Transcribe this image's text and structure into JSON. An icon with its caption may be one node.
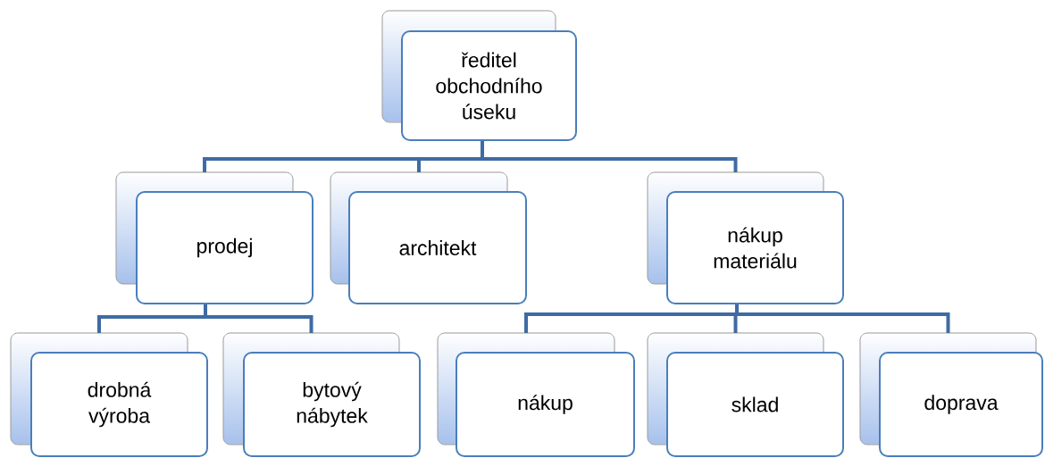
{
  "diagram": {
    "nodes": [
      {
        "text": [
          "ředitel obchodního úseku"
        ]
      },
      {
        "text": [
          "prodej"
        ]
      },
      {
        "text": [
          "architekt"
        ]
      },
      {
        "text": [
          "nákup materiálu"
        ]
      },
      {
        "text": [
          "drobná výroba"
        ]
      },
      {
        "text": [
          "bytový nábytek"
        ]
      },
      {
        "text": [
          "nákup"
        ]
      },
      {
        "text": [
          "sklad"
        ]
      },
      {
        "text": [
          "doprava"
        ]
      }
    ],
    "edges": [
      {
        "from": 0,
        "to": 1,
        "arrow": "none"
      },
      {
        "from": 0,
        "to": 2,
        "arrow": "none"
      },
      {
        "from": 0,
        "to": 3,
        "arrow": "none"
      },
      {
        "from": 1,
        "to": 4,
        "arrow": "none"
      },
      {
        "from": 1,
        "to": 5,
        "arrow": "none"
      },
      {
        "from": 3,
        "to": 6,
        "arrow": "none"
      },
      {
        "from": 3,
        "to": 7,
        "arrow": "none"
      },
      {
        "from": 3,
        "to": 8,
        "arrow": "none"
      }
    ]
  }
}
